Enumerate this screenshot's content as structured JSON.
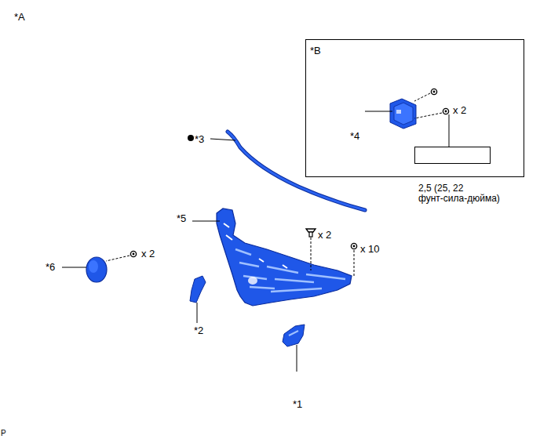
{
  "diagram": {
    "nodes": [
      {
        "text": [
          "*B"
        ]
      }
    ],
    "labels": [
      "*A",
      "*4",
      "x 2",
      "2,5 (25, 22 фунт-сила-дюйма)",
      "*3",
      "*5",
      "x 2",
      "x 10",
      "*6",
      "x 2",
      "*2",
      "*1",
      "P"
    ]
  }
}
